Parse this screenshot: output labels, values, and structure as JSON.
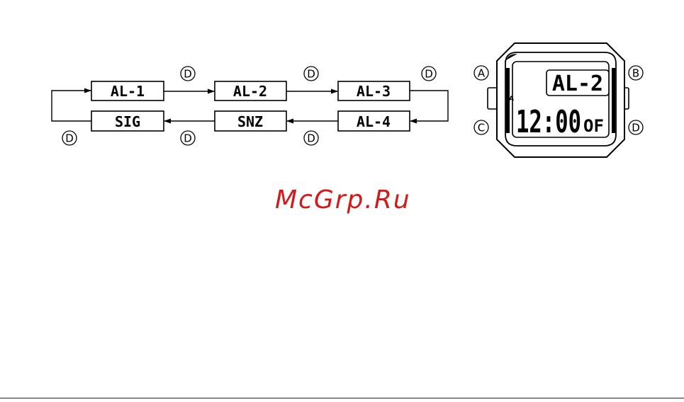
{
  "flow": {
    "modes": [
      "AL-1",
      "AL-2",
      "AL-3",
      "AL-4",
      "SNZ",
      "SIG"
    ],
    "button_label": "D"
  },
  "watch": {
    "mode_display": "AL-2",
    "time_display": "12:00",
    "suffix": "OF",
    "indicator": "A",
    "buttons": {
      "a": "A",
      "b": "B",
      "c": "C",
      "d": "D"
    }
  },
  "watermark": "McGrp.Ru",
  "colors": {
    "line": "#000000",
    "watermark": "#d11a1a"
  }
}
